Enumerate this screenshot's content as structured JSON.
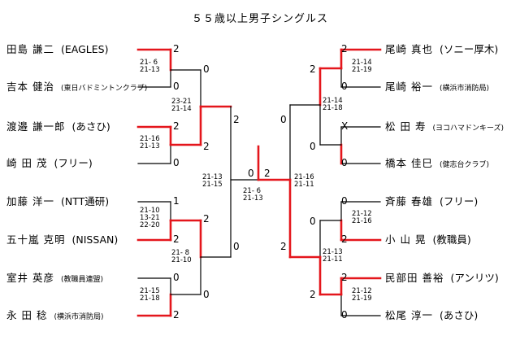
{
  "title": "５５歳以上男子シングルス",
  "left_players": [
    {
      "name": "田島 謙二",
      "club": "(EAGLES)",
      "small": false
    },
    {
      "name": "吉本 健治",
      "club": "(東日バドミントンクラブ)",
      "small": true
    },
    {
      "name": "渡邉 謙一郎",
      "club": "(あさひ)",
      "small": false
    },
    {
      "name": "崎 田 茂",
      "club": "(フリー)",
      "small": false
    },
    {
      "name": "加藤 洋一",
      "club": "(NTT通研)",
      "small": false
    },
    {
      "name": "五十嵐 克明",
      "club": "(NISSAN)",
      "small": false
    },
    {
      "name": "室井 英彦",
      "club": "(教職員連盟)",
      "small": true
    },
    {
      "name": "永 田 稔",
      "club": "(横浜市消防局)",
      "small": true
    }
  ],
  "right_players": [
    {
      "name": "尾崎 真也",
      "club": "(ソニー厚木)",
      "small": false
    },
    {
      "name": "尾崎 裕一",
      "club": "(横浜市消防局)",
      "small": true
    },
    {
      "name": "松 田 寿",
      "club": "(ヨコハマドンキーズ)",
      "small": true
    },
    {
      "name": "橋本 佳巳",
      "club": "(健志台クラブ)",
      "small": true
    },
    {
      "name": "斉藤 春雄",
      "club": "(フリー)",
      "small": false
    },
    {
      "name": "小 山 晃",
      "club": "(教職員)",
      "small": false
    },
    {
      "name": "民部田 善裕",
      "club": "(アンリツ)",
      "small": false
    },
    {
      "name": "松尾 淳一",
      "club": "(あさひ)",
      "small": false
    }
  ],
  "results": {
    "l_r1": [
      "2",
      "0",
      "2",
      "0",
      "1",
      "2",
      "0",
      "2"
    ],
    "l_r2": [
      "0",
      "2",
      "2",
      "0"
    ],
    "l_r3": [
      "2",
      "0"
    ],
    "final": [
      "0",
      "2"
    ],
    "r_r3": [
      "0",
      "2"
    ],
    "r_r2": [
      "2",
      "0",
      "0",
      "2"
    ],
    "r_r1": [
      "2",
      "0",
      "X",
      "0",
      "0",
      "2",
      "2",
      "0"
    ]
  },
  "scores": {
    "left_r1": [
      "21- 6\n21-13",
      "21-16\n21-13",
      "21-10\n13-21\n22-20",
      "21-15\n21-18"
    ],
    "left_r2": [
      "23-21\n21-14",
      "21- 8\n21-10"
    ],
    "left_r3": "21-13\n21-15",
    "final": "21- 6\n21-13",
    "right_r1": [
      "21-14\n21-19",
      "21-12\n21-16",
      "21-12\n21-19"
    ],
    "right_r2": [
      "21-14\n21-18",
      "21-13\n21-11"
    ],
    "right_r3": "21-16\n21-11"
  },
  "colors": {
    "win_line": "#e4161c",
    "line": "#000000"
  }
}
